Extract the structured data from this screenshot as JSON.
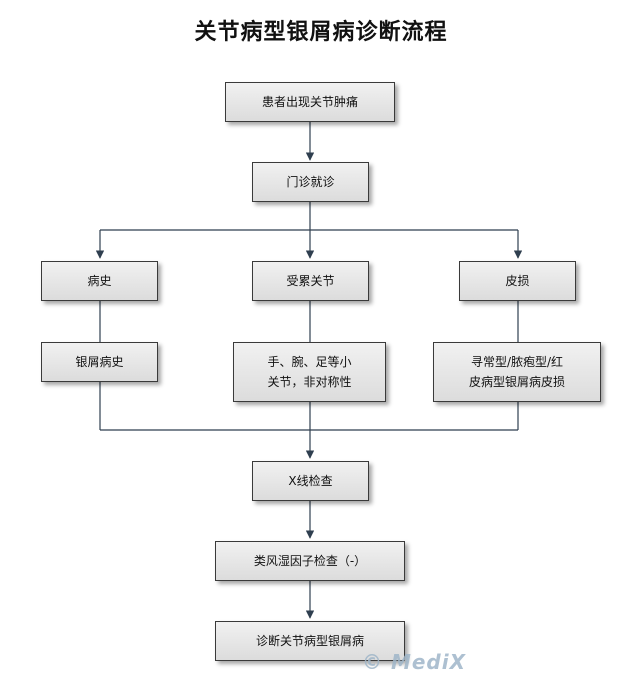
{
  "title": "关节病型银屑病诊断流程",
  "nodes": {
    "symptom": "患者出现关节肿痛",
    "clinic": "门诊就诊",
    "history": "病史",
    "joints": "受累关节",
    "skin": "皮损",
    "psoriasis_history": "银屑病史",
    "small_joints": "手、腕、足等小\n关节，非对称性",
    "skin_types": "寻常型/脓疱型/红\n皮病型银屑病皮损",
    "xray": "X线检查",
    "rf": "类风湿因子检查（-）",
    "diagnosis": "诊断关节病型银屑病"
  },
  "watermark": "© MediX",
  "colors": {
    "connector": "#2f3f4f",
    "box_border": "#3a3a3a"
  }
}
